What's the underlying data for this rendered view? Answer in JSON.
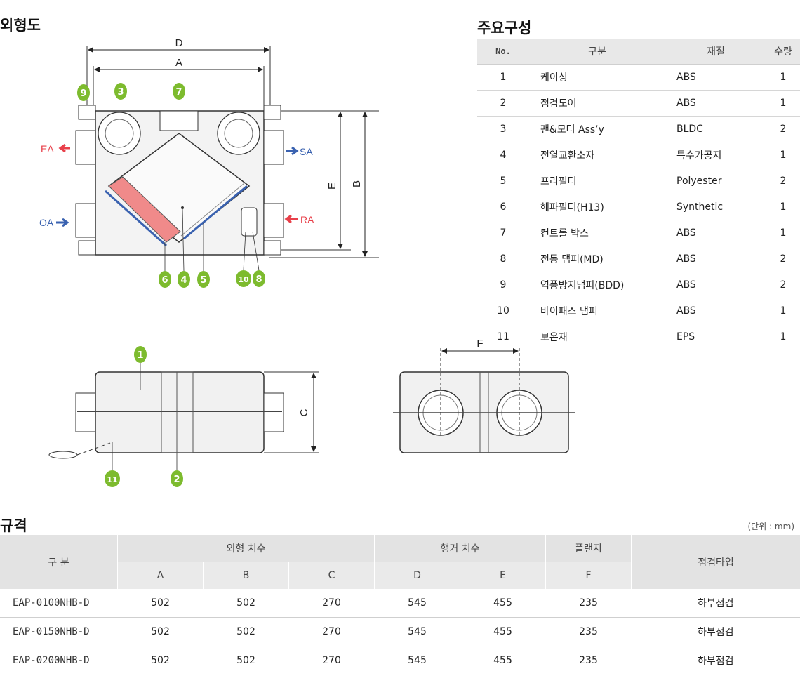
{
  "sections": {
    "outline_title": "외형도",
    "components_title": "주요구성",
    "spec_title": "규격",
    "unit_note": "(단위 : mm)"
  },
  "diagram": {
    "dimensions": {
      "a": "A",
      "b": "B",
      "c": "C",
      "d": "D",
      "e": "E",
      "f": "F"
    },
    "airflow": {
      "ea": "EA",
      "oa": "OA",
      "sa": "SA",
      "ra": "RA"
    },
    "callouts": [
      "1",
      "2",
      "3",
      "4",
      "5",
      "6",
      "7",
      "8",
      "9",
      "10",
      "11"
    ],
    "colors": {
      "exhaust": "#e8404a",
      "supply": "#3a62b0",
      "callout": "#7dbb2e",
      "filter": "#f08a8a"
    }
  },
  "components": {
    "headers": [
      "No.",
      "구분",
      "재질",
      "수량"
    ],
    "rows": [
      {
        "no": "1",
        "name": "케이싱",
        "material": "ABS",
        "qty": "1"
      },
      {
        "no": "2",
        "name": "점검도어",
        "material": "ABS",
        "qty": "1"
      },
      {
        "no": "3",
        "name": "팬&모터 Ass’y",
        "material": "BLDC",
        "qty": "2"
      },
      {
        "no": "4",
        "name": "전열교환소자",
        "material": "특수가공지",
        "qty": "1"
      },
      {
        "no": "5",
        "name": "프리필터",
        "material": "Polyester",
        "qty": "2"
      },
      {
        "no": "6",
        "name": "헤파필터(H13)",
        "material": "Synthetic",
        "qty": "1"
      },
      {
        "no": "7",
        "name": "컨트롤 박스",
        "material": "ABS",
        "qty": "1"
      },
      {
        "no": "8",
        "name": "전동 댐퍼(MD)",
        "material": "ABS",
        "qty": "2"
      },
      {
        "no": "9",
        "name": "역풍방지댐퍼(BDD)",
        "material": "ABS",
        "qty": "2"
      },
      {
        "no": "10",
        "name": "바이패스 댐퍼",
        "material": "ABS",
        "qty": "1"
      },
      {
        "no": "11",
        "name": "보온재",
        "material": "EPS",
        "qty": "1"
      }
    ]
  },
  "spec": {
    "header_model": "구 분",
    "group_outer": "외형 치수",
    "group_hanger": "행거 치수",
    "group_flange": "플랜지",
    "header_type": "점검타입",
    "sub": [
      "A",
      "B",
      "C",
      "D",
      "E",
      "F"
    ],
    "rows": [
      {
        "model": "EAP-0100NHB-D",
        "a": "502",
        "b": "502",
        "c": "270",
        "d": "545",
        "e": "455",
        "f": "235",
        "type": "하부점검"
      },
      {
        "model": "EAP-0150NHB-D",
        "a": "502",
        "b": "502",
        "c": "270",
        "d": "545",
        "e": "455",
        "f": "235",
        "type": "하부점검"
      },
      {
        "model": "EAP-0200NHB-D",
        "a": "502",
        "b": "502",
        "c": "270",
        "d": "545",
        "e": "455",
        "f": "235",
        "type": "하부점검"
      }
    ]
  }
}
